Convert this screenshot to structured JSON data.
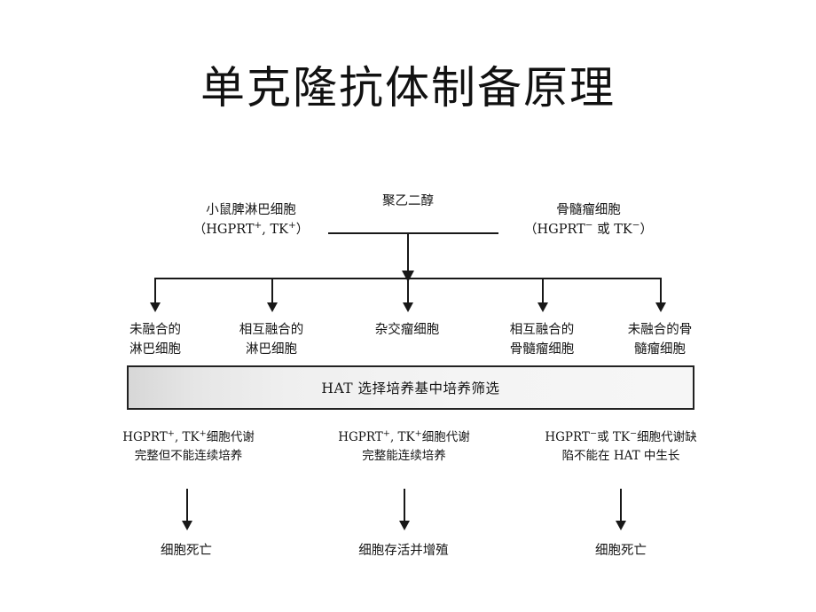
{
  "slide": {
    "title": "单克隆抗体制备原理",
    "background_color": "#ffffff",
    "text_color": "#151515",
    "line_color": "#181818"
  },
  "top_row": {
    "left_source": {
      "line1": "小鼠脾淋巴细胞",
      "line2_prefix": "（HGPRT",
      "line2_sup1": "+",
      "line2_mid": ", TK",
      "line2_sup2": "+",
      "line2_suffix": "）"
    },
    "fusion_agent": "聚乙二醇",
    "right_source": {
      "line1": "骨髓瘤细胞",
      "line2_prefix": "（HGPRT",
      "line2_sup1": "−",
      "line2_mid": " 或 TK",
      "line2_sup2": "−",
      "line2_suffix": "）"
    }
  },
  "products": [
    {
      "line1": "未融合的",
      "line2": "淋巴细胞"
    },
    {
      "line1": "相互融合的",
      "line2": "淋巴细胞"
    },
    {
      "line1": "杂交瘤细胞",
      "line2": ""
    },
    {
      "line1": "相互融合的",
      "line2": "骨髓瘤细胞"
    },
    {
      "line1": "未融合的骨",
      "line2": "髓瘤细胞"
    }
  ],
  "selection_box": {
    "label": "HAT 选择培养基中培养筛选",
    "fill_color": "#eeeeee",
    "border_color": "#222222"
  },
  "outcomes": [
    {
      "status_prefix": "HGPRT",
      "status_sup1": "+",
      "status_mid": ", TK",
      "status_sup2": "+",
      "status_suffix": "细胞代谢",
      "status_line2": "完整但不能连续培养",
      "result": "细胞死亡"
    },
    {
      "status_prefix": "HGPRT",
      "status_sup1": "+",
      "status_mid": ", TK",
      "status_sup2": "+",
      "status_suffix": "细胞代谢",
      "status_line2": "完整能连续培养",
      "result": "细胞存活并增殖"
    },
    {
      "status_prefix": "HGPRT",
      "status_sup1": "−",
      "status_mid": "或 TK",
      "status_sup2": "−",
      "status_suffix": "细胞代谢缺",
      "status_line2": "陷不能在 HAT 中生长",
      "result": "细胞死亡"
    }
  ]
}
